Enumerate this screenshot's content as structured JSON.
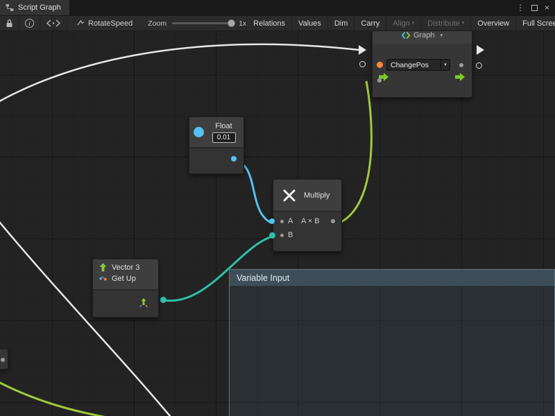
{
  "tabbar": {
    "tab_title": "Script Graph"
  },
  "glyphs": {
    "kebab": "⋮",
    "close": "×",
    "caret_small": "▾",
    "caret_down": "▼",
    "info": "i",
    "zoom_handle": ""
  },
  "toolbar": {
    "graph_name": "RotateSpeed",
    "zoom_label": "Zoom",
    "zoom_value": "1x",
    "buttons": [
      {
        "label": "Relations"
      },
      {
        "label": "Values"
      },
      {
        "label": "Dim"
      },
      {
        "label": "Carry"
      },
      {
        "label": "Align",
        "disabled": true
      },
      {
        "label": "Distribute",
        "disabled": true
      },
      {
        "label": "Overview"
      },
      {
        "label": "Full Screen"
      }
    ]
  },
  "graph": {
    "event_node": {
      "title": "Graph",
      "dropdown_value": "ChangePos"
    },
    "float_node": {
      "title": "Float",
      "value": "0.01"
    },
    "multiply_node": {
      "title": "Multiply",
      "input_a": "A",
      "input_b": "B",
      "output": "A × B"
    },
    "vector_node": {
      "title": "Vector 3",
      "subtitle": "Get Up"
    },
    "group_panel": {
      "title": "Variable Input"
    }
  },
  "colors": {
    "wire_white": "#e8e8e8",
    "wire_lime": "#a3c93b",
    "wire_blue": "#55c1f0",
    "wire_teal": "#2ec1a9",
    "flow_green": "#7acc29",
    "float_blue": "#55c1f0",
    "orange_port": "#ff8a3d",
    "group_header": "#3e4e59"
  }
}
